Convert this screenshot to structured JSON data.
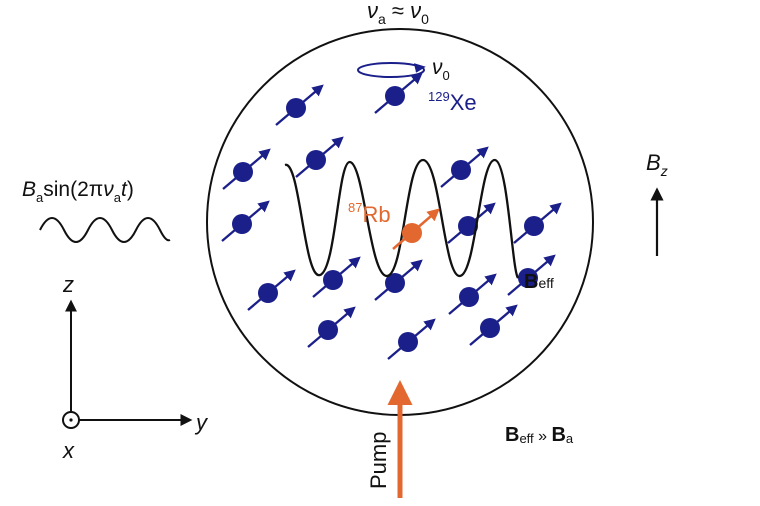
{
  "top_label": {
    "nu": "ν",
    "sub": "a",
    "approx": " ≈ ",
    "nu0": "ν",
    "sub0": "0"
  },
  "precession": {
    "nu": "ν",
    "sub": "0"
  },
  "xe_label": {
    "sup": "129",
    "text": "Xe"
  },
  "rb_label": {
    "sup": "87",
    "text": "Rb"
  },
  "beff_label": {
    "bold": "B",
    "sub": "eff"
  },
  "drive_label": {
    "b": "B",
    "bsub": "a",
    "mid": "sin(2π",
    "nu": "ν",
    "nusub": "a",
    "t": "t",
    "end": ")"
  },
  "bz_label": {
    "b": "B",
    "sub": "z"
  },
  "axes": {
    "z": "z",
    "y": "y",
    "x": "x"
  },
  "pump_label": "Pump",
  "condition": {
    "b1": "B",
    "s1": "eff",
    "rel": " » ",
    "b2": "B",
    "s2": "a"
  },
  "colors": {
    "xe": "#1b1f8a",
    "rb": "#e2682f",
    "outline": "#111111"
  },
  "icons": {
    "xe_atoms": "arrowed-sphere",
    "rb_atom": "arrowed-sphere",
    "pump": "arrow-up"
  }
}
